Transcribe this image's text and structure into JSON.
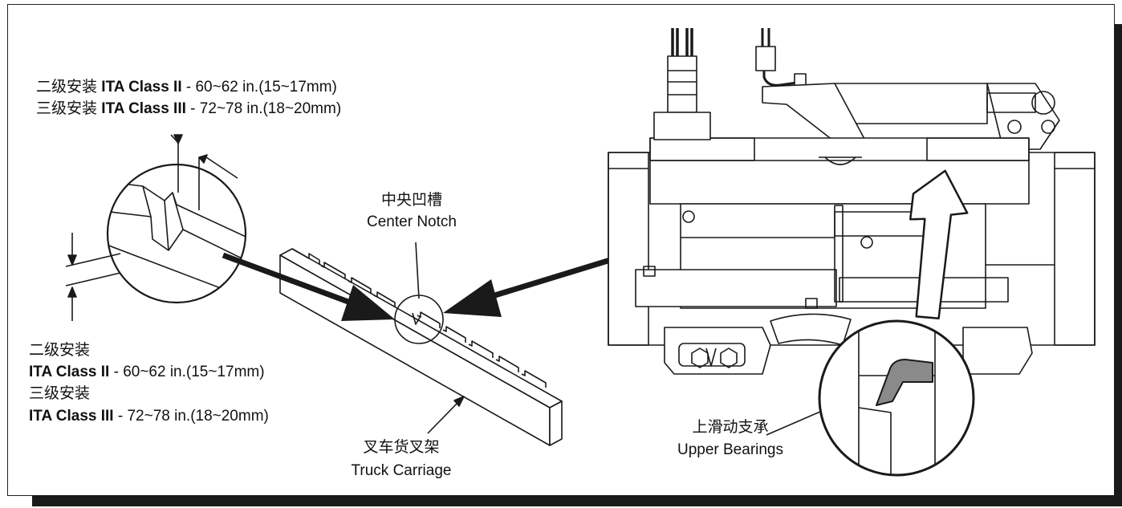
{
  "labels": {
    "top_class2_cn": "二级安装",
    "top_class2_bold": "ITA Class II",
    "top_class2_dim": " - 60~62 in.(15~17mm)",
    "top_class3_cn": "三级安装",
    "top_class3_bold": "ITA Class III",
    "top_class3_dim": " - 72~78 in.(18~20mm)",
    "notch_cn": "中央凹槽",
    "notch_en": "Center Notch",
    "bottom_class2_cn": "二级安装",
    "bottom_class2_bold": "ITA Class II",
    "bottom_class2_dim": " - 60~62 in.(15~17mm)",
    "bottom_class3_cn": "三级安装",
    "bottom_class3_bold": "ITA Class III",
    "bottom_class3_dim": " - 72~78 in.(18~20mm)",
    "carriage_cn": "叉车货叉架",
    "carriage_en": "Truck Carriage",
    "bearing_cn": "上滑动支承",
    "bearing_en": "Upper Bearings"
  },
  "colors": {
    "line": "#1a1a1a",
    "bearing_fill": "#8a8a8a",
    "background": "#ffffff"
  }
}
